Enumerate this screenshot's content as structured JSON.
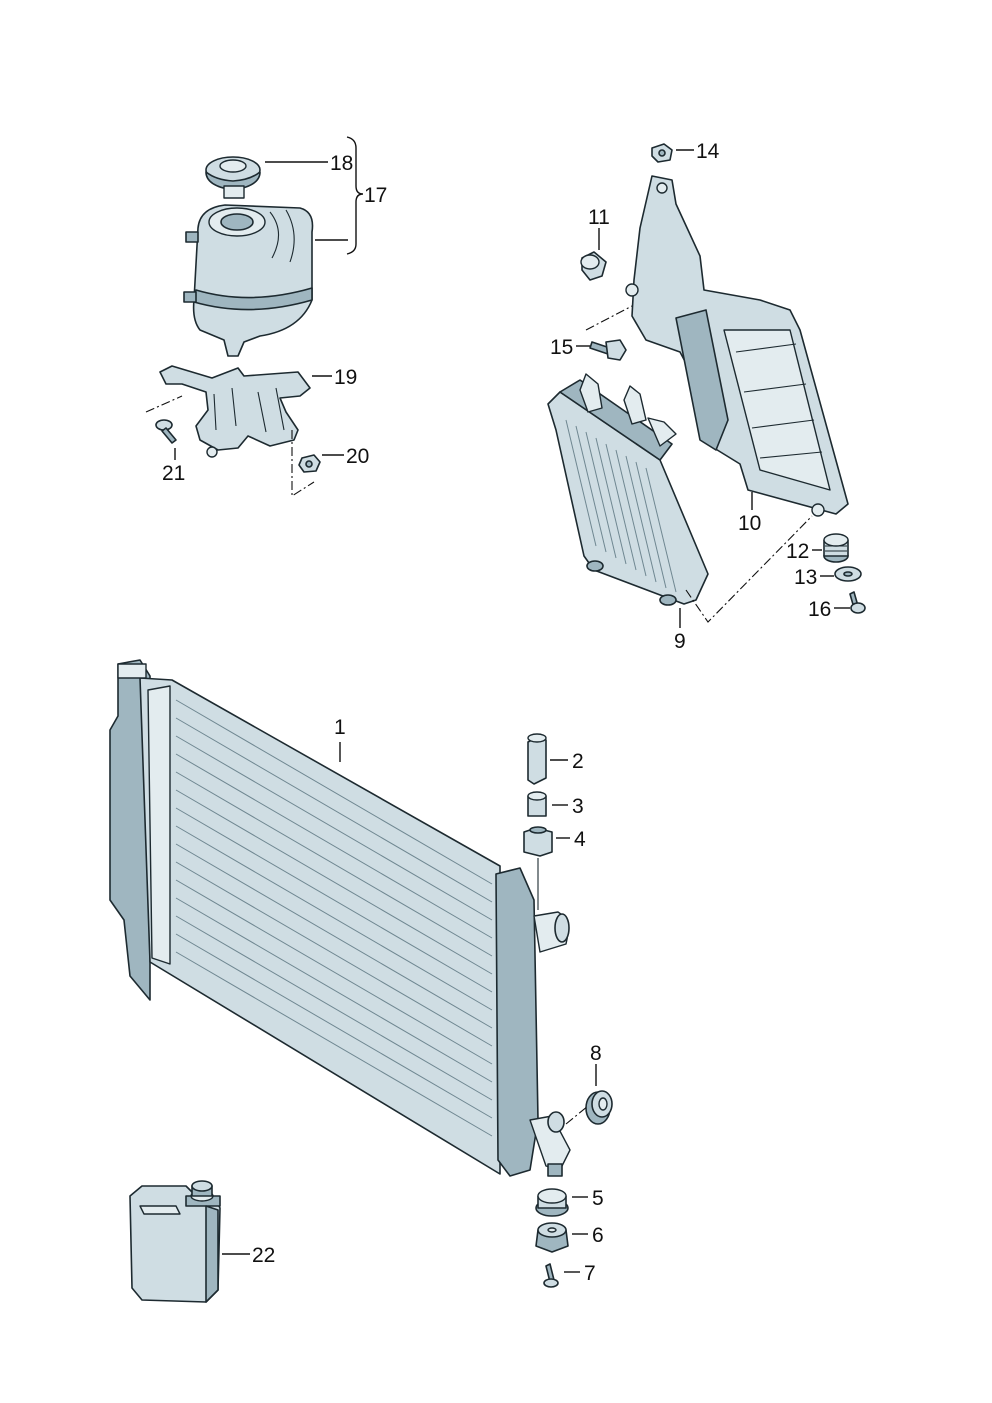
{
  "callouts": {
    "c1": "1",
    "c2": "2",
    "c3": "3",
    "c4": "4",
    "c5": "5",
    "c6": "6",
    "c7": "7",
    "c8": "8",
    "c9": "9",
    "c10": "10",
    "c11": "11",
    "c12": "12",
    "c13": "13",
    "c14": "14",
    "c15": "15",
    "c16": "16",
    "c17": "17",
    "c18": "18",
    "c19": "19",
    "c20": "20",
    "c21": "21",
    "c22": "22"
  },
  "colors": {
    "part_fill": "#cfdde3",
    "part_shadow": "#9fb6c0",
    "outline": "#1d2a30"
  }
}
